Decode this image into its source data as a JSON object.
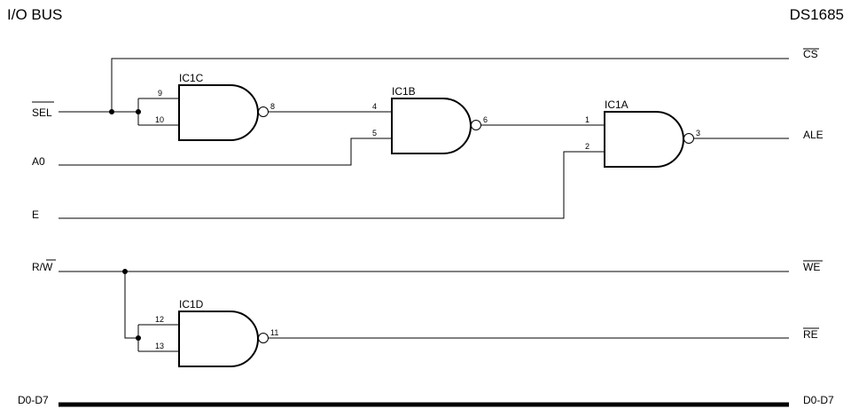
{
  "header": {
    "left_title": "I/O BUS",
    "right_title": "DS1685"
  },
  "inputs": {
    "sel": "SEL",
    "a0": "A0",
    "e": "E",
    "rw": "R/W",
    "bus_left": "D0-D7"
  },
  "outputs": {
    "cs": "CS",
    "ale": "ALE",
    "we": "WE",
    "re": "RE",
    "bus_right": "D0-D7"
  },
  "gates": [
    {
      "name": "IC1C",
      "pin_a": "9",
      "pin_b": "10",
      "pin_out": "8"
    },
    {
      "name": "IC1B",
      "pin_a": "4",
      "pin_b": "5",
      "pin_out": "6"
    },
    {
      "name": "IC1A",
      "pin_a": "1",
      "pin_b": "2",
      "pin_out": "3"
    },
    {
      "name": "IC1D",
      "pin_a": "12",
      "pin_b": "13",
      "pin_out": "11"
    }
  ]
}
